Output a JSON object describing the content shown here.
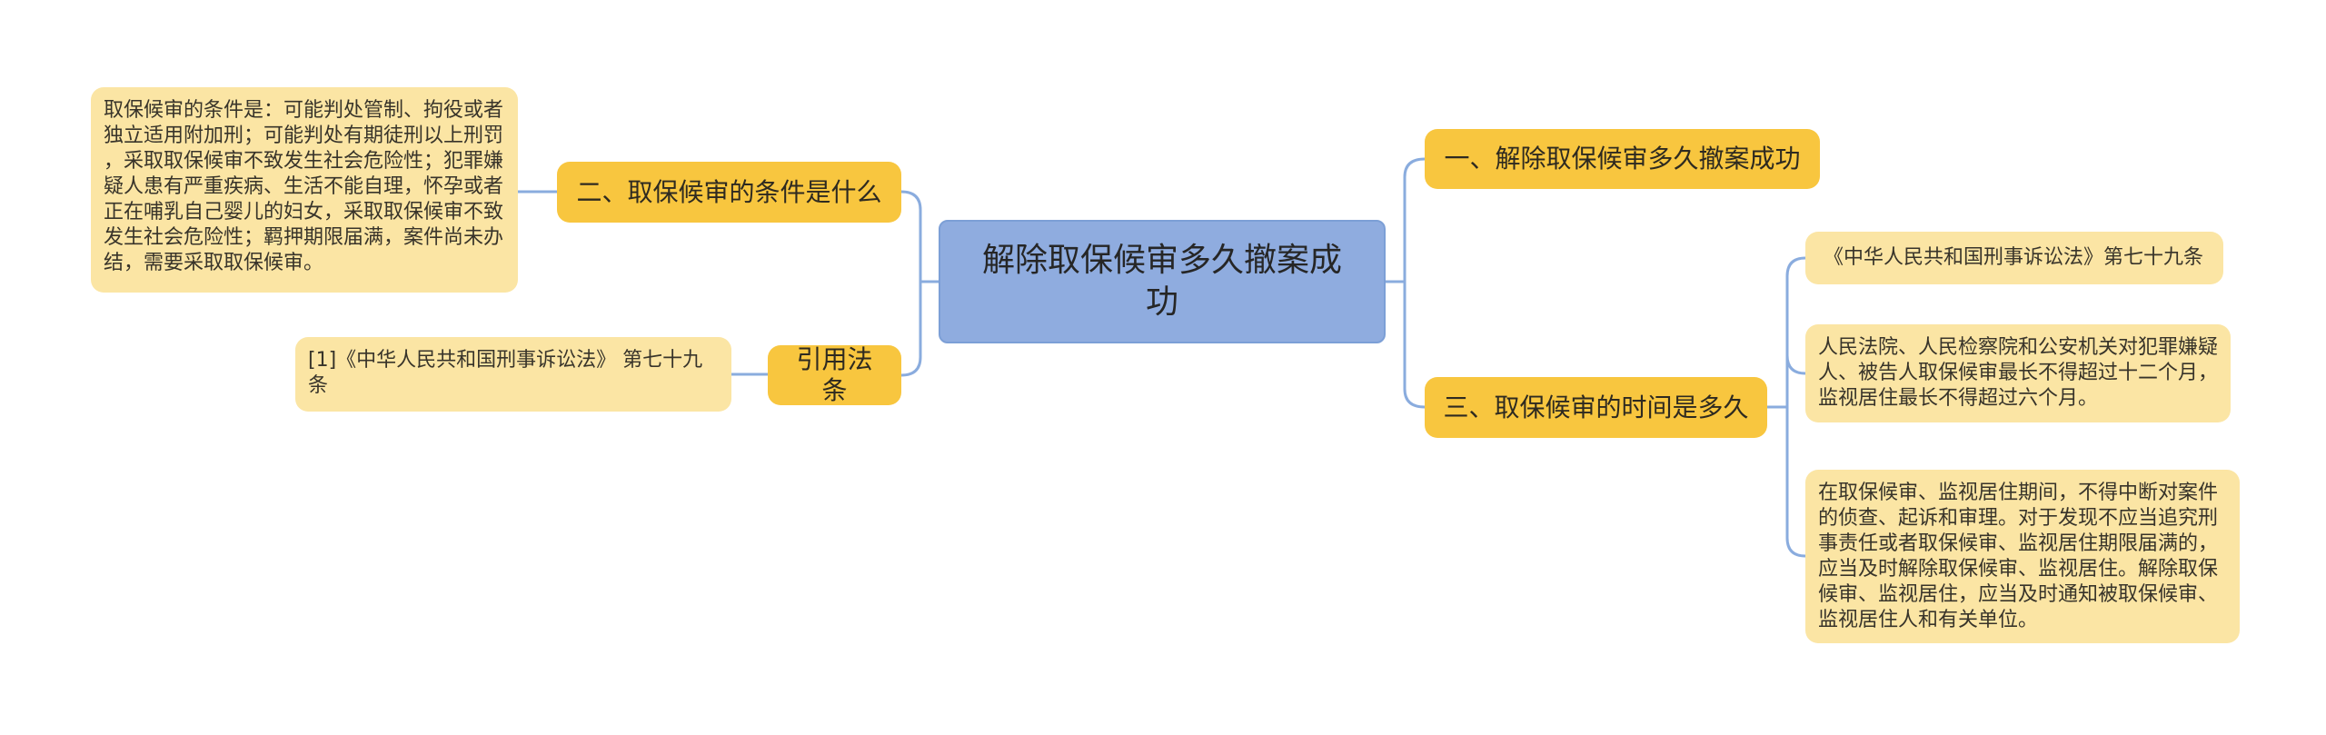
{
  "map": {
    "root": {
      "label": "解除取保候审多久撤案成功"
    },
    "branch1": {
      "label": "一、解除取保候审多久撤案成功"
    },
    "branch2": {
      "label": "二、取保候审的条件是什么",
      "detail": "取保候审的条件是：可能判处管制、拘役或者独立适用附加刑；可能判处有期徒刑以上刑罚，采取取保候审不致发生社会危险性；犯罪嫌疑人患有严重疾病、生活不能自理，怀孕或者正在哺乳自己婴儿的妇女，采取取保候审不致发生社会危险性；羁押期限届满，案件尚未办结，需要采取取保候审。"
    },
    "citation": {
      "label": "引用法条",
      "ref": "[1]《中华人民共和国刑事诉讼法》 第七十九条"
    },
    "branch3": {
      "label": "三、取保候审的时间是多久",
      "children": [
        "《中华人民共和国刑事诉讼法》第七十九条",
        "人民法院、人民检察院和公安机关对犯罪嫌疑人、被告人取保候审最长不得超过十二个月，监视居住最长不得超过六个月。",
        "在取保候审、监视居住期间，不得中断对案件的侦查、起诉和审理。对于发现不应当追究刑事责任或者取保候审、监视居住期限届满的，应当及时解除取保候审、监视居住。解除取保候审、监视居住，应当及时通知被取保候审、监视居住人和有关单位。"
      ]
    },
    "colors": {
      "topic_gold": "#f8c63f",
      "detail_yellow": "#fbe5a4",
      "root_blue": "#8facdf",
      "root_border": "#7c9fd6",
      "connector_blue": "#8aacde",
      "background": "#ffffff"
    }
  }
}
